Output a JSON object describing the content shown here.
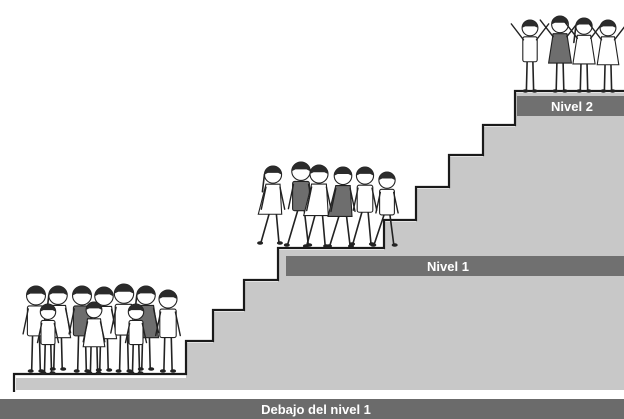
{
  "levels": {
    "below": {
      "label": "Debajo del nivel 1"
    },
    "level1": {
      "label": "Nivel 1"
    },
    "level2": {
      "label": "Nivel 2"
    }
  },
  "colors": {
    "stair_fill": "#c8c8c8",
    "stair_outline": "#1a1a1a",
    "label_band_top": "#707070",
    "label_band_bottom": "#6b6b6b",
    "label_text": "#ffffff"
  },
  "illustrations": {
    "group_bottom": "group-of-children-waiting-icon",
    "group_middle": "group-of-children-running-icon",
    "group_top": "group-of-children-celebrating-icon"
  }
}
